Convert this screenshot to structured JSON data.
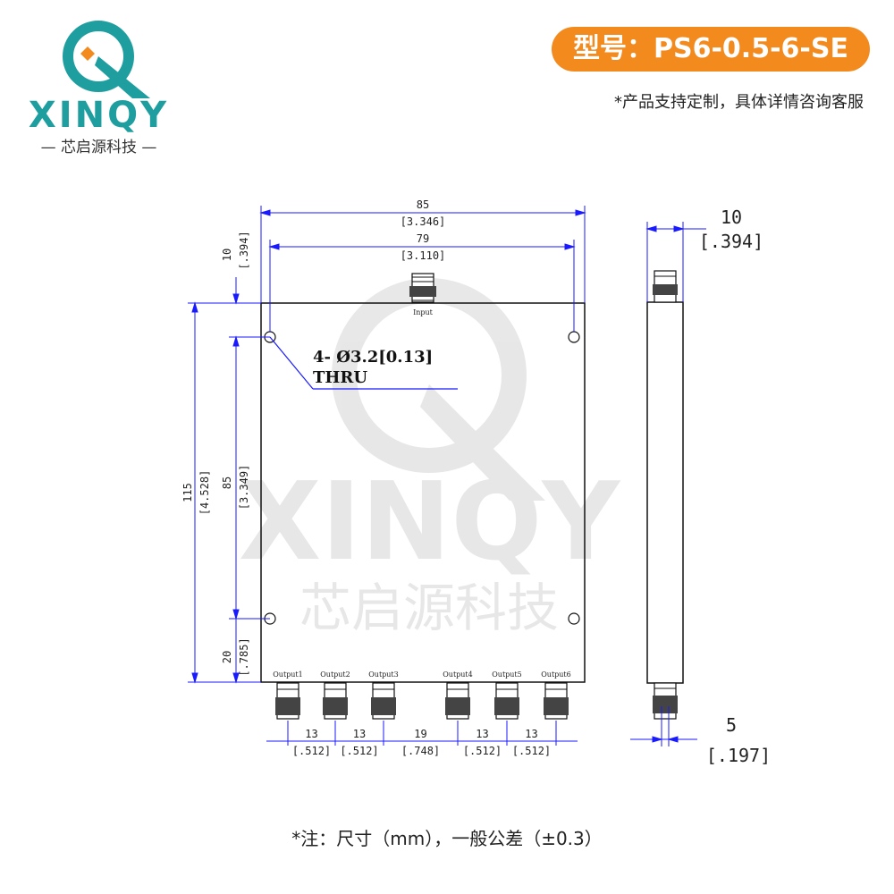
{
  "brand": {
    "name": "XINQY",
    "subtitle": "芯启源科技",
    "teal": "#1f9ea0",
    "orange": "#f28a1e"
  },
  "header": {
    "model_label": "型号：PS6-0.5-6-SE",
    "custom_note": "*产品支持定制，具体详情咨询客服"
  },
  "footer": {
    "note": "*注：尺寸（mm），一般公差（±0.3）"
  },
  "drawing": {
    "dim_width_mm": "85",
    "dim_width_in": "[3.346]",
    "dim_holes_mm": "79",
    "dim_holes_in": "[3.110]",
    "dim_top_mm": "10",
    "dim_top_in": "[.394]",
    "dim_height_mm": "115",
    "dim_height_in": "[4.528]",
    "dim_hole_pitch_mm": "85",
    "dim_hole_pitch_in": "[3.349]",
    "dim_bottom_mm": "20",
    "dim_bottom_in": "[.785]",
    "hole_callout": "4- Ø3.2[0.13]",
    "hole_callout_2": "THRU",
    "input_label": "Input",
    "outputs": [
      "Output1",
      "Output2",
      "Output3",
      "Output4",
      "Output5",
      "Output6"
    ],
    "spacings_mm": [
      "13",
      "13",
      "19",
      "13",
      "13"
    ],
    "spacings_in": [
      "[.512]",
      "[.512]",
      "[.748]",
      "[.512]",
      "[.512]"
    ],
    "side_thick_mm": "10",
    "side_thick_in": "[.394]",
    "side_conn_mm": "5",
    "side_conn_in": "[.197]",
    "line_color": "#1a1aff"
  }
}
